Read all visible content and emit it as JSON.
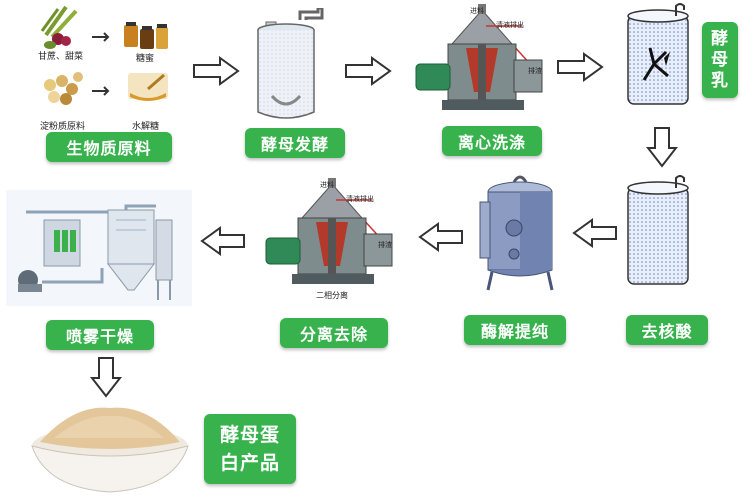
{
  "labels": {
    "biomass": "生物质原料",
    "ferment": "酵母发酵",
    "centrifuge_wash": "离心洗涤",
    "yeast_milk": [
      "酵",
      "母",
      "乳"
    ],
    "remove_nucleic": "去核酸",
    "enzyme_purify": "酶解提纯",
    "separate_remove": "分离去除",
    "spray_dry": "喷雾干燥",
    "product": [
      "酵母蛋",
      "白产品"
    ]
  },
  "raw_materials": {
    "sugarcane_beet": "甘蔗、甜菜",
    "molasses": "糖蜜",
    "starch": "淀粉质原料",
    "hydrolyzed_sugar": "水解糖"
  },
  "separator_top": {
    "feed": "进料",
    "clear_out": "清液排出",
    "slag": "排渣"
  },
  "separator_bottom": {
    "feed": "进料",
    "clear_out": "清液排出",
    "slag": "排渣",
    "caption": "二相分离"
  },
  "colors": {
    "label_green": "#37b24d",
    "arrow_outline": "#333333"
  }
}
